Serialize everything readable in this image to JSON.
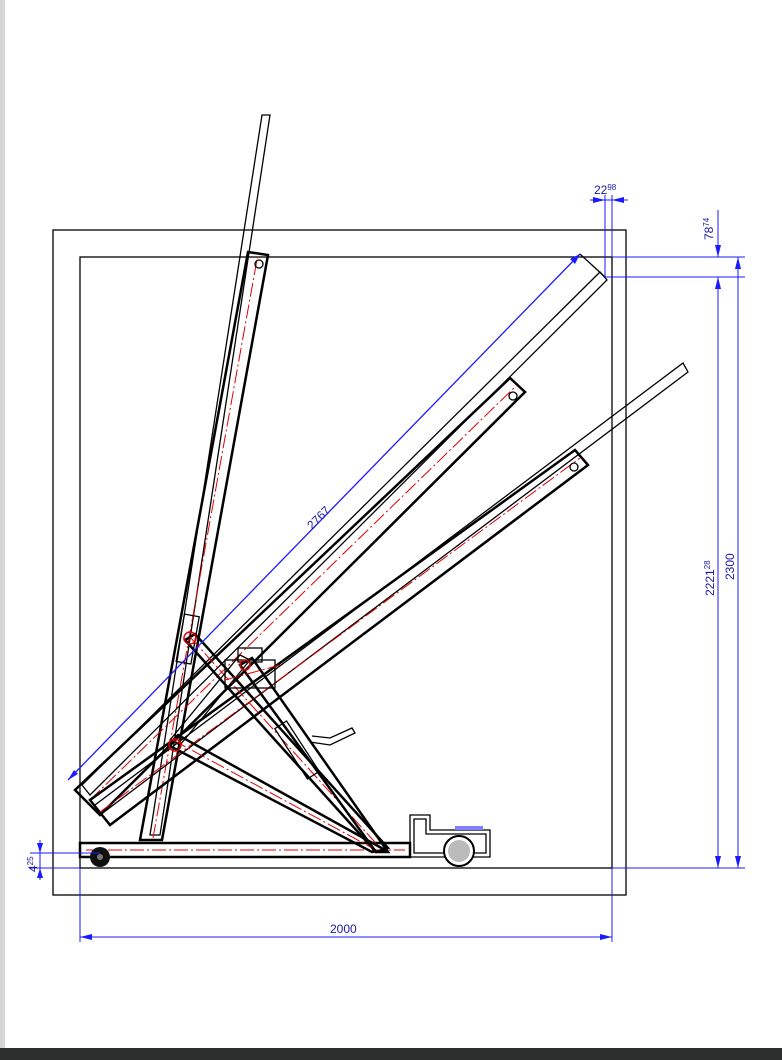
{
  "drawing": {
    "dimensions": {
      "top_offset": {
        "main": "22",
        "sup": "98"
      },
      "top_height": {
        "main": "78",
        "sup": "74"
      },
      "boom_length": "2767",
      "inner_height": {
        "main": "2221",
        "sup": "28"
      },
      "total_height": "2300",
      "ground_clearance": {
        "main": "4",
        "sup": "25"
      },
      "width": "2000"
    },
    "colors": {
      "dimension": "#1b1bff",
      "centerline": "#e00000",
      "outline": "#000000"
    }
  }
}
